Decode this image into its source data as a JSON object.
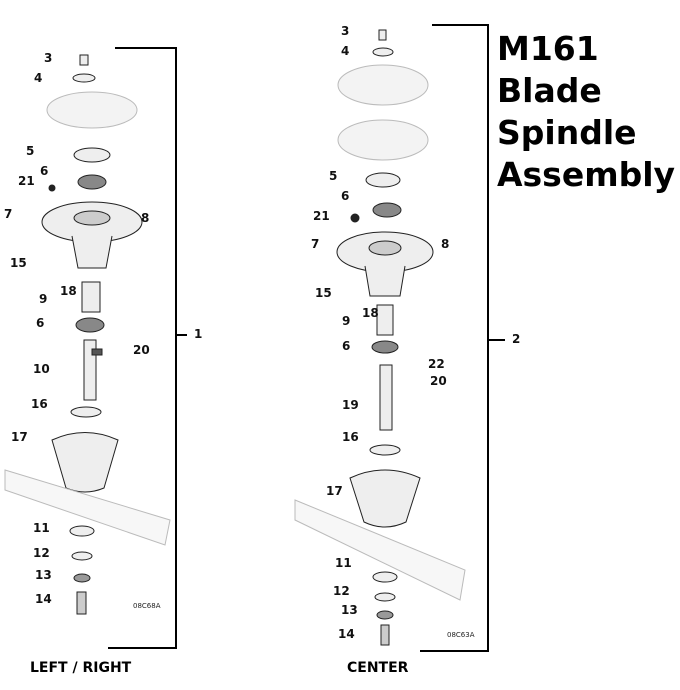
{
  "title_lines": [
    "M161",
    "Blade",
    "Spindle",
    "Assembly"
  ],
  "left": {
    "caption": "LEFT / RIGHT",
    "assembly_number": "1",
    "drawing_code": "08C68A",
    "callouts": [
      "3",
      "4",
      "5",
      "6",
      "21",
      "7",
      "8",
      "15",
      "18",
      "9",
      "6",
      "20",
      "10",
      "16",
      "17",
      "11",
      "12",
      "13",
      "14"
    ]
  },
  "center": {
    "caption": "CENTER",
    "assembly_number": "2",
    "drawing_code": "08C63A",
    "callouts": [
      "3",
      "4",
      "5",
      "6",
      "21",
      "7",
      "8",
      "15",
      "18",
      "9",
      "6",
      "22",
      "20",
      "19",
      "16",
      "17",
      "11",
      "12",
      "13",
      "14"
    ]
  }
}
